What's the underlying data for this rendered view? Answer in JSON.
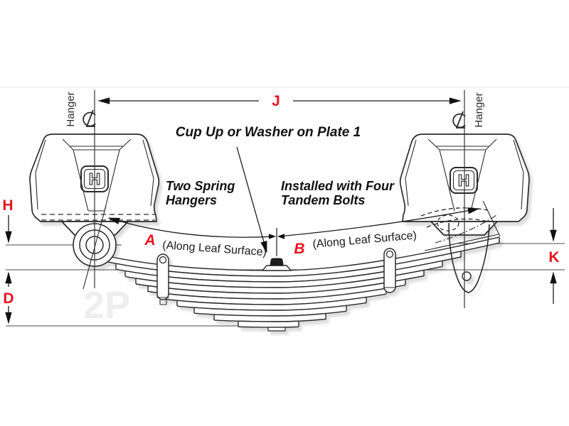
{
  "title": "Leaf spring and hanger dimension diagram",
  "colors": {
    "dimension_red": "#e8131d",
    "line": "#2b2b2b",
    "background": "#ffffff"
  },
  "dimensions": {
    "J": "J",
    "H": "H",
    "D": "D",
    "K": "K",
    "A": "A",
    "B": "B"
  },
  "annotations": {
    "cup_note": "Cup Up or Washer on Plate 1",
    "left_note_line1": "Two Spring",
    "left_note_line2": "Hangers",
    "right_note_line1": "Installed with Four",
    "right_note_line2": "Tandem Bolts",
    "along_leaf_left": "(Along Leaf Surface)",
    "along_leaf_right": "(Along Leaf Surface)",
    "hanger_label_left": "Hanger",
    "hanger_label_right": "Hanger",
    "logo_letter": "H",
    "watermark": "2P"
  }
}
